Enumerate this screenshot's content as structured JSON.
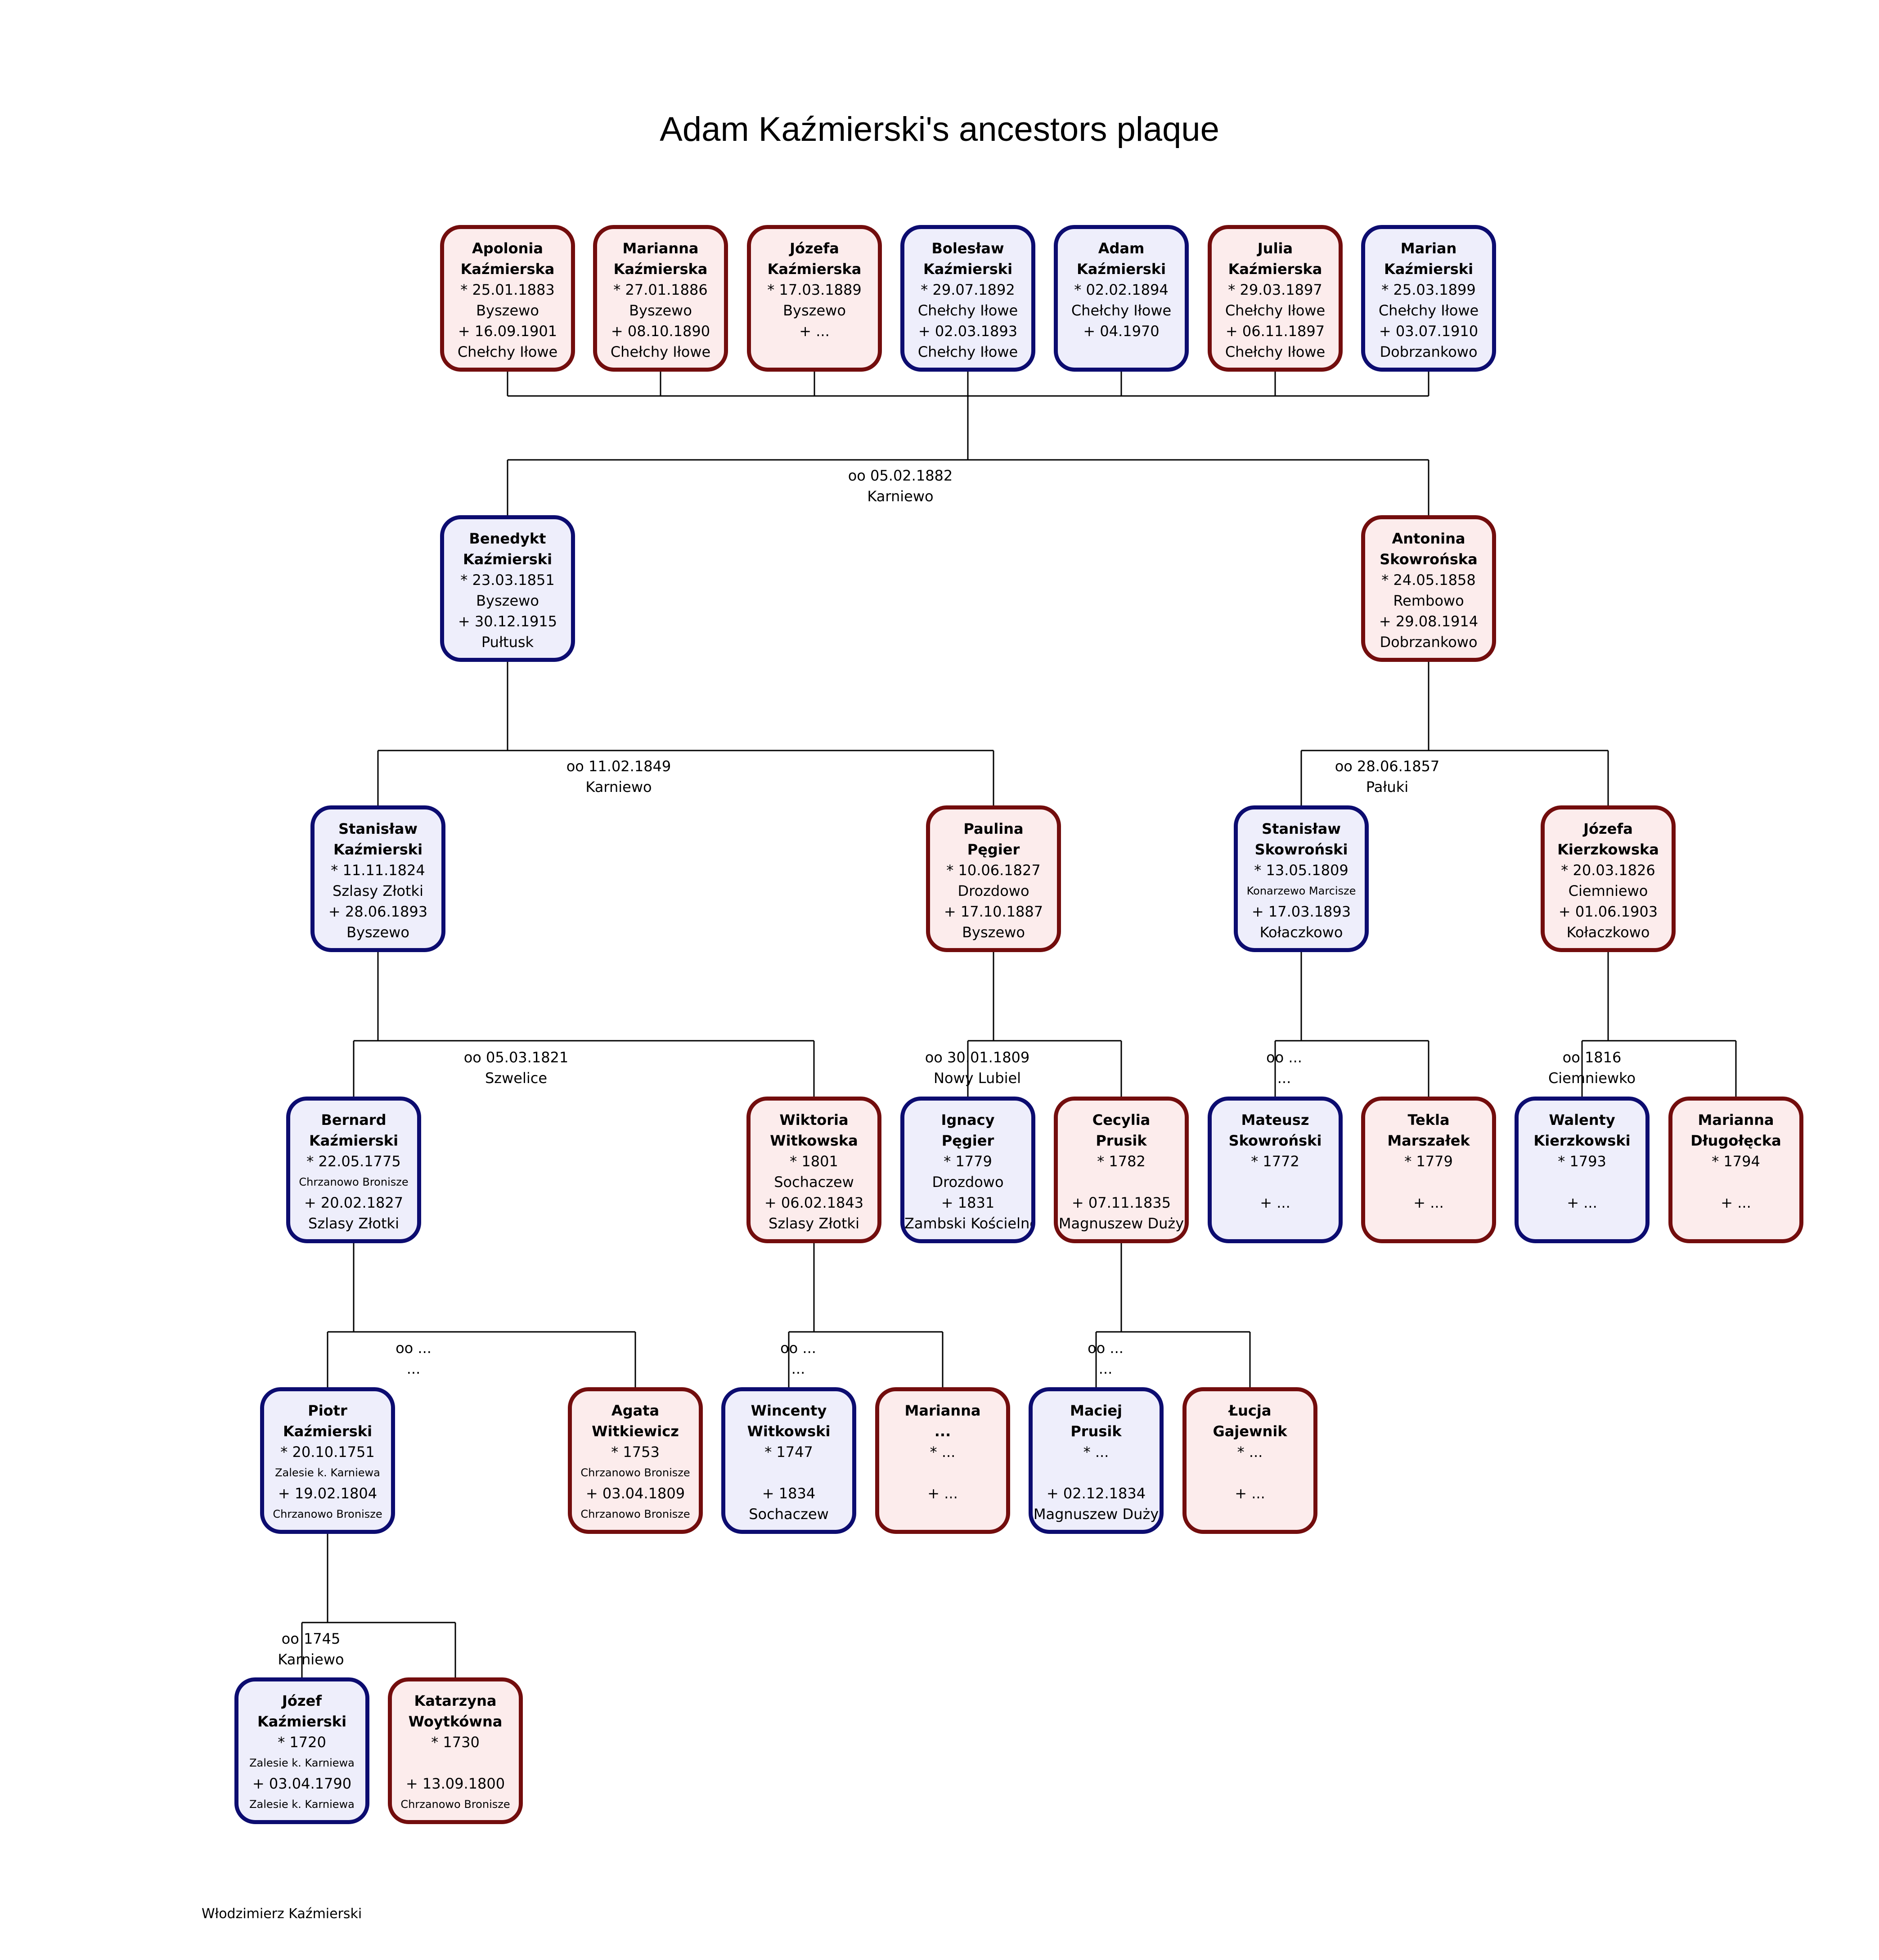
{
  "title": "Adam Kaźmierski's ancestors plaque",
  "author": "Włodzimierz Kaźmierski",
  "colors": {
    "male_border": "#0c0c70",
    "male_fill": "#eeeefb",
    "female_border": "#730d0d",
    "female_fill": "#fcecec"
  },
  "children": [
    {
      "first": "Apolonia",
      "last": "Kaźmierska",
      "sex": "F",
      "born": "* 25.01.1883",
      "born_place": "Byszewo",
      "died": "+ 16.09.1901",
      "died_place": "Chełchy Iłowe"
    },
    {
      "first": "Marianna",
      "last": "Kaźmierska",
      "sex": "F",
      "born": "* 27.01.1886",
      "born_place": "Byszewo",
      "died": "+ 08.10.1890",
      "died_place": "Chełchy Iłowe"
    },
    {
      "first": "Józefa",
      "last": "Kaźmierska",
      "sex": "F",
      "born": "* 17.03.1889",
      "born_place": "Byszewo",
      "died": "+ ...",
      "died_place": ""
    },
    {
      "first": "Bolesław",
      "last": "Kaźmierski",
      "sex": "M",
      "born": "* 29.07.1892",
      "born_place": "Chełchy Iłowe",
      "died": "+ 02.03.1893",
      "died_place": "Chełchy Iłowe"
    },
    {
      "first": "Adam",
      "last": "Kaźmierski",
      "sex": "M",
      "born": "* 02.02.1894",
      "born_place": "Chełchy Iłowe",
      "died": "+ 04.1970",
      "died_place": ""
    },
    {
      "first": "Julia",
      "last": "Kaźmierska",
      "sex": "F",
      "born": "* 29.03.1897",
      "born_place": "Chełchy Iłowe",
      "died": "+ 06.11.1897",
      "died_place": "Chełchy Iłowe"
    },
    {
      "first": "Marian",
      "last": "Kaźmierski",
      "sex": "M",
      "born": "* 25.03.1899",
      "born_place": "Chełchy Iłowe",
      "died": "+ 03.07.1910",
      "died_place": "Dobrzankowo"
    }
  ],
  "persons": [
    {
      "id": "benedykt",
      "first": "Benedykt",
      "last": "Kaźmierski",
      "sex": "M",
      "born": "* 23.03.1851",
      "born_place": "Byszewo",
      "died": "+ 30.12.1915",
      "died_place": "Pułtusk"
    },
    {
      "id": "antonina",
      "first": "Antonina",
      "last": "Skowrońska",
      "sex": "F",
      "born": "* 24.05.1858",
      "born_place": "Rembowo",
      "died": "+ 29.08.1914",
      "died_place": "Dobrzankowo"
    },
    {
      "id": "stanislaw-k",
      "first": "Stanisław",
      "last": "Kaźmierski",
      "sex": "M",
      "born": "* 11.11.1824",
      "born_place": "Szlasy Złotki",
      "died": "+ 28.06.1893",
      "died_place": "Byszewo"
    },
    {
      "id": "paulina",
      "first": "Paulina",
      "last": "Pęgier",
      "sex": "F",
      "born": "* 10.06.1827",
      "born_place": "Drozdowo",
      "died": "+ 17.10.1887",
      "died_place": "Byszewo"
    },
    {
      "id": "stanislaw-s",
      "first": "Stanisław",
      "last": "Skowroński",
      "sex": "M",
      "born": "* 13.05.1809",
      "born_place": "Konarzewo Marcisze",
      "born_place_small": true,
      "died": "+ 17.03.1893",
      "died_place": "Kołaczkowo"
    },
    {
      "id": "jozefa-k",
      "first": "Józefa",
      "last": "Kierzkowska",
      "sex": "F",
      "born": "* 20.03.1826",
      "born_place": "Ciemniewo",
      "died": "+ 01.06.1903",
      "died_place": "Kołaczkowo"
    },
    {
      "id": "bernard",
      "first": "Bernard",
      "last": "Kaźmierski",
      "sex": "M",
      "born": "* 22.05.1775",
      "born_place": "Chrzanowo Bronisze",
      "born_place_small": true,
      "died": "+ 20.02.1827",
      "died_place": "Szlasy Złotki"
    },
    {
      "id": "wiktoria",
      "first": "Wiktoria",
      "last": "Witkowska",
      "sex": "F",
      "born": "* 1801",
      "born_place": "Sochaczew",
      "died": "+ 06.02.1843",
      "died_place": "Szlasy Złotki"
    },
    {
      "id": "ignacy",
      "first": "Ignacy",
      "last": "Pęgier",
      "sex": "M",
      "born": "* 1779",
      "born_place": "Drozdowo",
      "died": "+ 1831",
      "died_place": "Zambski Kościelne"
    },
    {
      "id": "cecylia",
      "first": "Cecylia",
      "last": "Prusik",
      "sex": "F",
      "born": "* 1782",
      "born_place": "",
      "died": "+ 07.11.1835",
      "died_place": "Magnuszew Duży"
    },
    {
      "id": "mateusz",
      "first": "Mateusz",
      "last": "Skowroński",
      "sex": "M",
      "born": "* 1772",
      "born_place": "",
      "died": "+ ...",
      "died_place": ""
    },
    {
      "id": "tekla",
      "first": "Tekla",
      "last": "Marszałek",
      "sex": "F",
      "born": "* 1779",
      "born_place": "",
      "died": "+ ...",
      "died_place": ""
    },
    {
      "id": "walenty",
      "first": "Walenty",
      "last": "Kierzkowski",
      "sex": "M",
      "born": "* 1793",
      "born_place": "",
      "died": "+ ...",
      "died_place": ""
    },
    {
      "id": "marianna-d",
      "first": "Marianna",
      "last": "Długołęcka",
      "sex": "F",
      "born": "* 1794",
      "born_place": "",
      "died": "+ ...",
      "died_place": ""
    },
    {
      "id": "piotr",
      "first": "Piotr",
      "last": "Kaźmierski",
      "sex": "M",
      "born": "* 20.10.1751",
      "born_place": "Zalesie k. Karniewa",
      "born_place_small": true,
      "died": "+ 19.02.1804",
      "died_place": "Chrzanowo Bronisze",
      "died_place_small": true
    },
    {
      "id": "agata",
      "first": "Agata",
      "last": "Witkiewicz",
      "sex": "F",
      "born": "* 1753",
      "born_place": "Chrzanowo Bronisze",
      "born_place_small": true,
      "died": "+ 03.04.1809",
      "died_place": "Chrzanowo Bronisze",
      "died_place_small": true
    },
    {
      "id": "wincenty",
      "first": "Wincenty",
      "last": "Witkowski",
      "sex": "M",
      "born": "* 1747",
      "born_place": "",
      "died": "+ 1834",
      "died_place": "Sochaczew"
    },
    {
      "id": "marianna-u",
      "first": "Marianna",
      "last": "...",
      "sex": "F",
      "born": "* ...",
      "born_place": "",
      "died": "+ ...",
      "died_place": ""
    },
    {
      "id": "maciej",
      "first": "Maciej",
      "last": "Prusik",
      "sex": "M",
      "born": "* ...",
      "born_place": "",
      "died": "+ 02.12.1834",
      "died_place": "Magnuszew Duży"
    },
    {
      "id": "lucja",
      "first": "Łucja",
      "last": "Gajewnik",
      "sex": "F",
      "born": "* ...",
      "born_place": "",
      "died": "+ ...",
      "died_place": ""
    },
    {
      "id": "jozef",
      "first": "Józef",
      "last": "Kaźmierski",
      "sex": "M",
      "born": "* 1720",
      "born_place": "Zalesie k. Karniewa",
      "born_place_small": true,
      "died": "+ 03.04.1790",
      "died_place": "Zalesie k. Karniewa",
      "died_place_small": true
    },
    {
      "id": "katarzyna",
      "first": "Katarzyna",
      "last": "Woytkówna",
      "sex": "F",
      "born": "* 1730",
      "born_place": "",
      "died": "+ 13.09.1800",
      "died_place": "Chrzanowo Bronisze",
      "died_place_small": true
    }
  ],
  "marriages": [
    {
      "id": "m-benedykt-antonina",
      "date": "oo 05.02.1882",
      "place": "Karniewo"
    },
    {
      "id": "m-stanislaw-paulina",
      "date": "oo 11.02.1849",
      "place": "Karniewo"
    },
    {
      "id": "m-skowronski-kierzkowska",
      "date": "oo 28.06.1857",
      "place": "Pałuki"
    },
    {
      "id": "m-bernard-wiktoria",
      "date": "oo 05.03.1821",
      "place": "Szwelice"
    },
    {
      "id": "m-ignacy-cecylia",
      "date": "oo 30.01.1809",
      "place": "Nowy Lubiel"
    },
    {
      "id": "m-mateusz-tekla",
      "date": "oo ...",
      "place": "..."
    },
    {
      "id": "m-walenty-marianna",
      "date": "oo 1816",
      "place": "Ciemniewko"
    },
    {
      "id": "m-piotr-agata",
      "date": "oo ...",
      "place": "..."
    },
    {
      "id": "m-wincenty-marianna",
      "date": "oo ...",
      "place": "..."
    },
    {
      "id": "m-maciej-lucja",
      "date": "oo ...",
      "place": "..."
    },
    {
      "id": "m-jozef-katarzyna",
      "date": "oo 1745",
      "place": "Karniewo"
    }
  ]
}
